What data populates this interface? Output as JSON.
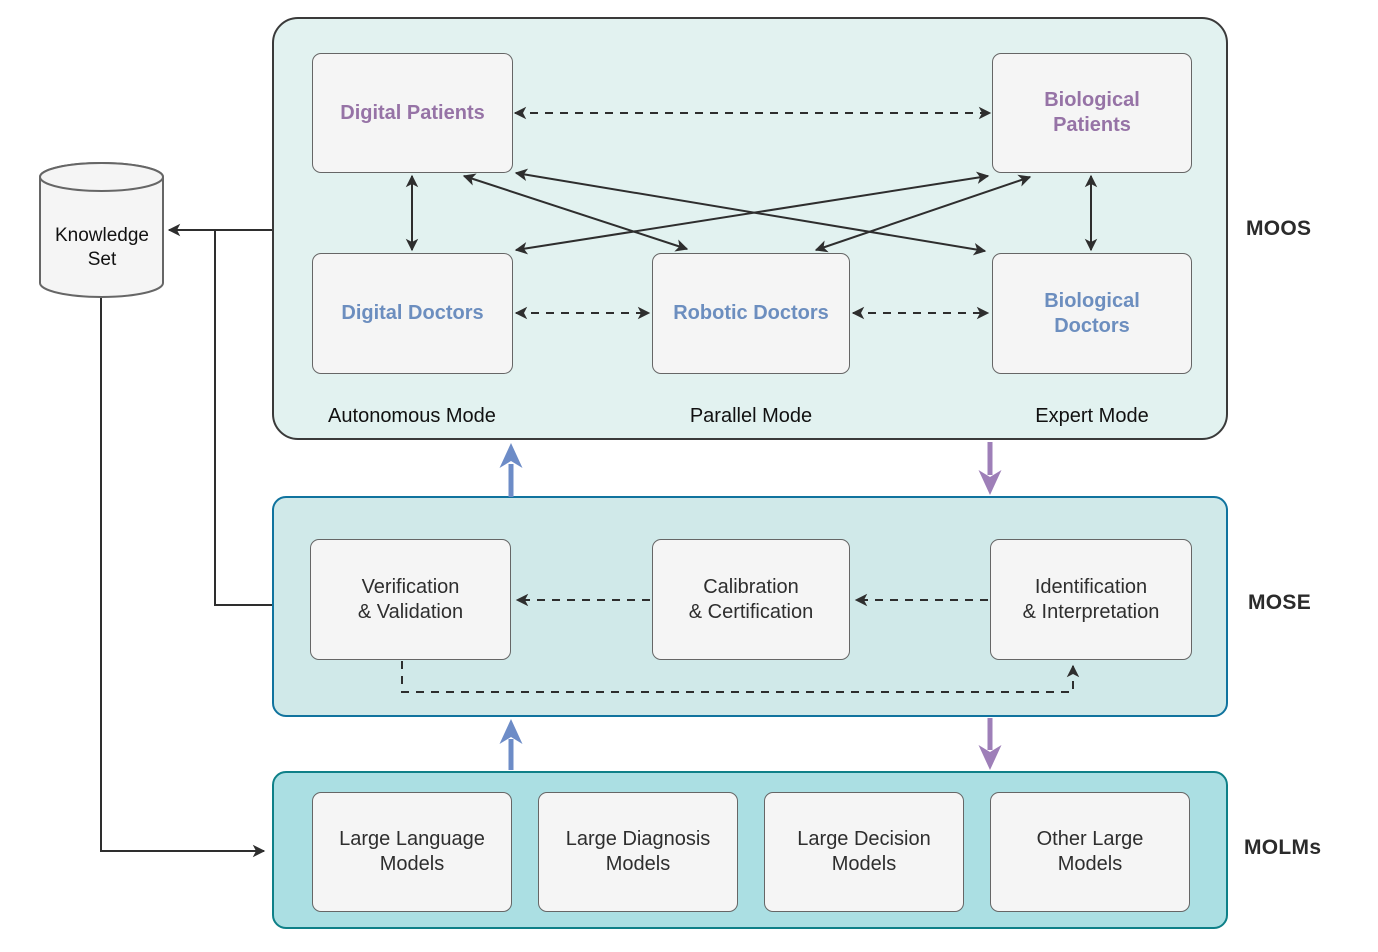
{
  "colors": {
    "purple-text": "#9673a6",
    "blue-text": "#6c8ebf",
    "arrow-up-blue": "#6d8cc7",
    "arrow-down-purple": "#9e7fb8",
    "moos-fill": "#e2f2f0",
    "moos-border": "#3a3a3a",
    "mose-fill": "#d0e9e9",
    "mose-border": "#10739e",
    "molms-fill": "#abdfe3",
    "molms-border": "#0e8088",
    "node-fill": "#f5f5f5",
    "node-border": "#666666"
  },
  "knowledge_set": {
    "label": "Knowledge\nSet"
  },
  "moos": {
    "label": "MOOS",
    "digital_patients": "Digital Patients",
    "biological_patients": "Biological\nPatients",
    "digital_doctors": "Digital Doctors",
    "robotic_doctors": "Robotic Doctors",
    "biological_doctors": "Biological\nDoctors",
    "mode_autonomous": "Autonomous Mode",
    "mode_parallel": "Parallel Mode",
    "mode_expert": "Expert Mode"
  },
  "mose": {
    "label": "MOSE",
    "verification": "Verification\n& Validation",
    "calibration": "Calibration\n& Certification",
    "identification": "Identification\n& Interpretation"
  },
  "molms": {
    "label": "MOLMs",
    "language": "Large Language\nModels",
    "diagnosis": "Large Diagnosis\nModels",
    "decision": "Large Decision\nModels",
    "other": "Other Large\nModels"
  }
}
